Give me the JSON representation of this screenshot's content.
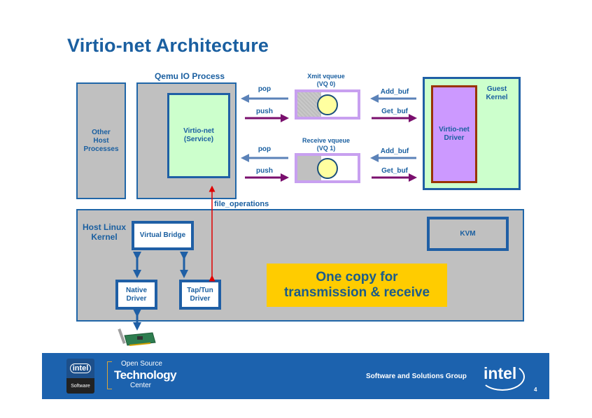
{
  "title": "Virtio-net Architecture",
  "qemu_process": {
    "label": "Qemu IO Process",
    "service_label_line1": "Virtio-net",
    "service_label_line2": "(Service)"
  },
  "other_host": {
    "line1": "Other",
    "line2": "Host",
    "line3": "Processes"
  },
  "queues": [
    {
      "title_line1": "Xmit vqueue",
      "title_line2": "(VQ 0)",
      "left_top_arrow": "pop",
      "left_bottom_arrow": "push",
      "right_top_arrow": "Add_buf",
      "right_bottom_arrow": "Get_buf"
    },
    {
      "title_line1": "Receive vqueue",
      "title_line2": "(VQ 1)",
      "left_top_arrow": "pop",
      "left_bottom_arrow": "push",
      "right_top_arrow": "Add_buf",
      "right_bottom_arrow": "Get_buf"
    }
  ],
  "guest": {
    "label_line1": "Guest",
    "label_line2": "Kernel",
    "driver_line1": "Virtio-net",
    "driver_line2": "Driver"
  },
  "file_operations": "file_operations",
  "host_kernel": {
    "label_line1": "Host Linux",
    "label_line2": "Kernel",
    "virtual_bridge": "Virtual Bridge",
    "native_driver_line1": "Native",
    "native_driver_line2": "Driver",
    "taptun_line1": "Tap/Tun",
    "taptun_line2": "Driver",
    "kvm": "KVM"
  },
  "callout": {
    "line1": "One copy for",
    "line2": "transmission & receive"
  },
  "footer": {
    "intel_badge_logo": "intel",
    "intel_badge_sub": "Software",
    "ostc_line1": "Open Source",
    "ostc_line2": "Technology",
    "ostc_line3": "Center",
    "group": "Software and Solutions Group",
    "intel_logo": "intel",
    "page_number": "4"
  },
  "colors": {
    "title_blue": "#1a5fa0",
    "box_border_blue": "#1f5fa5",
    "gray_fill": "#c0c0c0",
    "green_fill": "#ccffcc",
    "purple_driver": "#cc99ff",
    "driver_border": "#993300",
    "queue_border": "#c8a0f0",
    "pop_arrow": "#5b82b8",
    "push_arrow": "#7a0f6e",
    "file_ops_arrow": "#e00000",
    "callout_yellow": "#ffcc00",
    "footer_blue": "#1c62ae"
  }
}
